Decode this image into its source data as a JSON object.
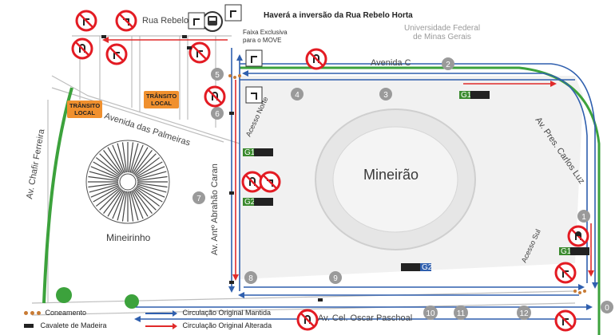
{
  "top_notice": "Haverá a inversão da Rua Rebelo Horta",
  "university_line1": "Universidade Federal",
  "university_line2": "de Minas Gerais",
  "bus_lane_line1": "Faixa Exclusiva",
  "bus_lane_line2": "para o MOVE",
  "streets": {
    "rebelo_horta": "Rua Rebelo Horta",
    "avenida_c": "Avenida C",
    "palmeiras": "Avenida das Palmeiras",
    "chafir": "Av. Chafir Ferreira",
    "abrahao": "Av. Antº Abrahão Caran",
    "carlos_luz": "Av. Pres. Carlos Luz",
    "oscar": "Av. Cel. Oscar Paschoal",
    "acesso_norte": "Acesso Norte",
    "acesso_sul": "Acesso Sul"
  },
  "places": {
    "mineirao": "Mineirão",
    "mineirinho": "Mineirinho"
  },
  "local_traffic_line1": "TRÂNSITO",
  "local_traffic_line2": "LOCAL",
  "gate_numbers": [
    "0",
    "1",
    "2",
    "3",
    "4",
    "5",
    "6",
    "7",
    "8",
    "9",
    "10",
    "11",
    "12"
  ],
  "parking_codes": [
    "G1",
    "G1",
    "G2",
    "G2",
    "G1"
  ],
  "legend": {
    "cones": "Coneamento",
    "barrier": "Cavalete de Madeira",
    "original": "Circulação Original Mantida",
    "altered": "Circulação Original Alterada"
  },
  "colors": {
    "original_route": "#2f5fae",
    "altered_route": "#e02a2a",
    "green_lane": "#3ca23c",
    "parking_green": "#3a8a2e",
    "local_traffic": "#f0902e"
  },
  "icons": [
    "no-right-turn-icon",
    "no-left-turn-icon",
    "no-u-turn-icon",
    "no-entry-icon",
    "bus-icon",
    "left-turn-arrow-icon",
    "right-turn-arrow-icon",
    "wooden-barrier-icon",
    "traffic-cone-icon"
  ]
}
